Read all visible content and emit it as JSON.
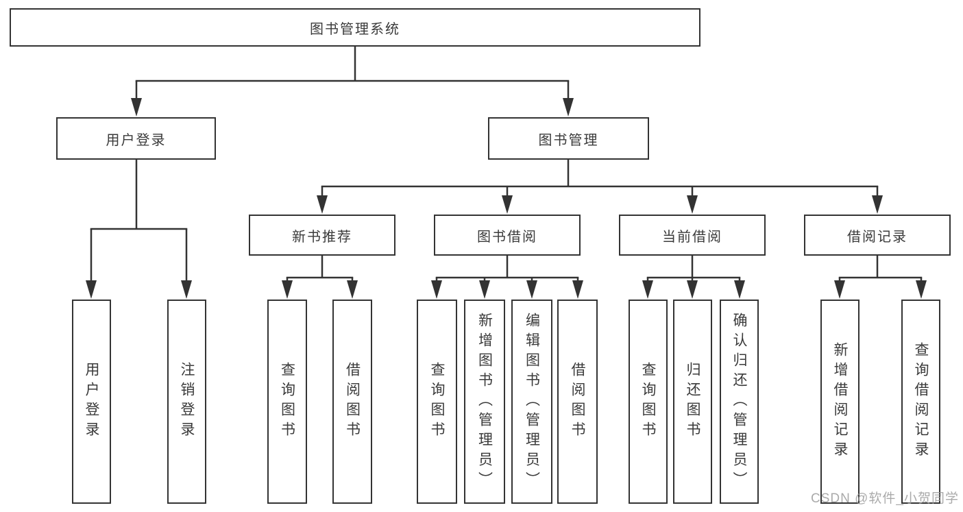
{
  "diagram": {
    "root": {
      "label": "图书管理系统"
    },
    "user_login_branch": {
      "label": "用户登录",
      "children": [
        {
          "label": "用户登录"
        },
        {
          "label": "注销登录"
        }
      ]
    },
    "book_mgmt_branch": {
      "label": "图书管理",
      "groups": [
        {
          "label": "新书推荐",
          "children": [
            {
              "label": "查询图书"
            },
            {
              "label": "借阅图书"
            }
          ]
        },
        {
          "label": "图书借阅",
          "children": [
            {
              "label": "查询图书"
            },
            {
              "label": "新增图书（管理员）"
            },
            {
              "label": "编辑图书（管理员）"
            },
            {
              "label": "借阅图书"
            }
          ]
        },
        {
          "label": "当前借阅",
          "children": [
            {
              "label": "查询图书"
            },
            {
              "label": "归还图书"
            },
            {
              "label": "确认归还（管理员）"
            }
          ]
        },
        {
          "label": "借阅记录",
          "children": [
            {
              "label": "新增借阅记录"
            },
            {
              "label": "查询借阅记录"
            }
          ]
        }
      ]
    }
  },
  "watermark": {
    "text": "CSDN @软件_小贺同学"
  },
  "colors": {
    "line": "#333333",
    "box_border": "#333333",
    "text": "#3a3a3a",
    "watermark": "#9c9c9c",
    "background": "#ffffff"
  }
}
